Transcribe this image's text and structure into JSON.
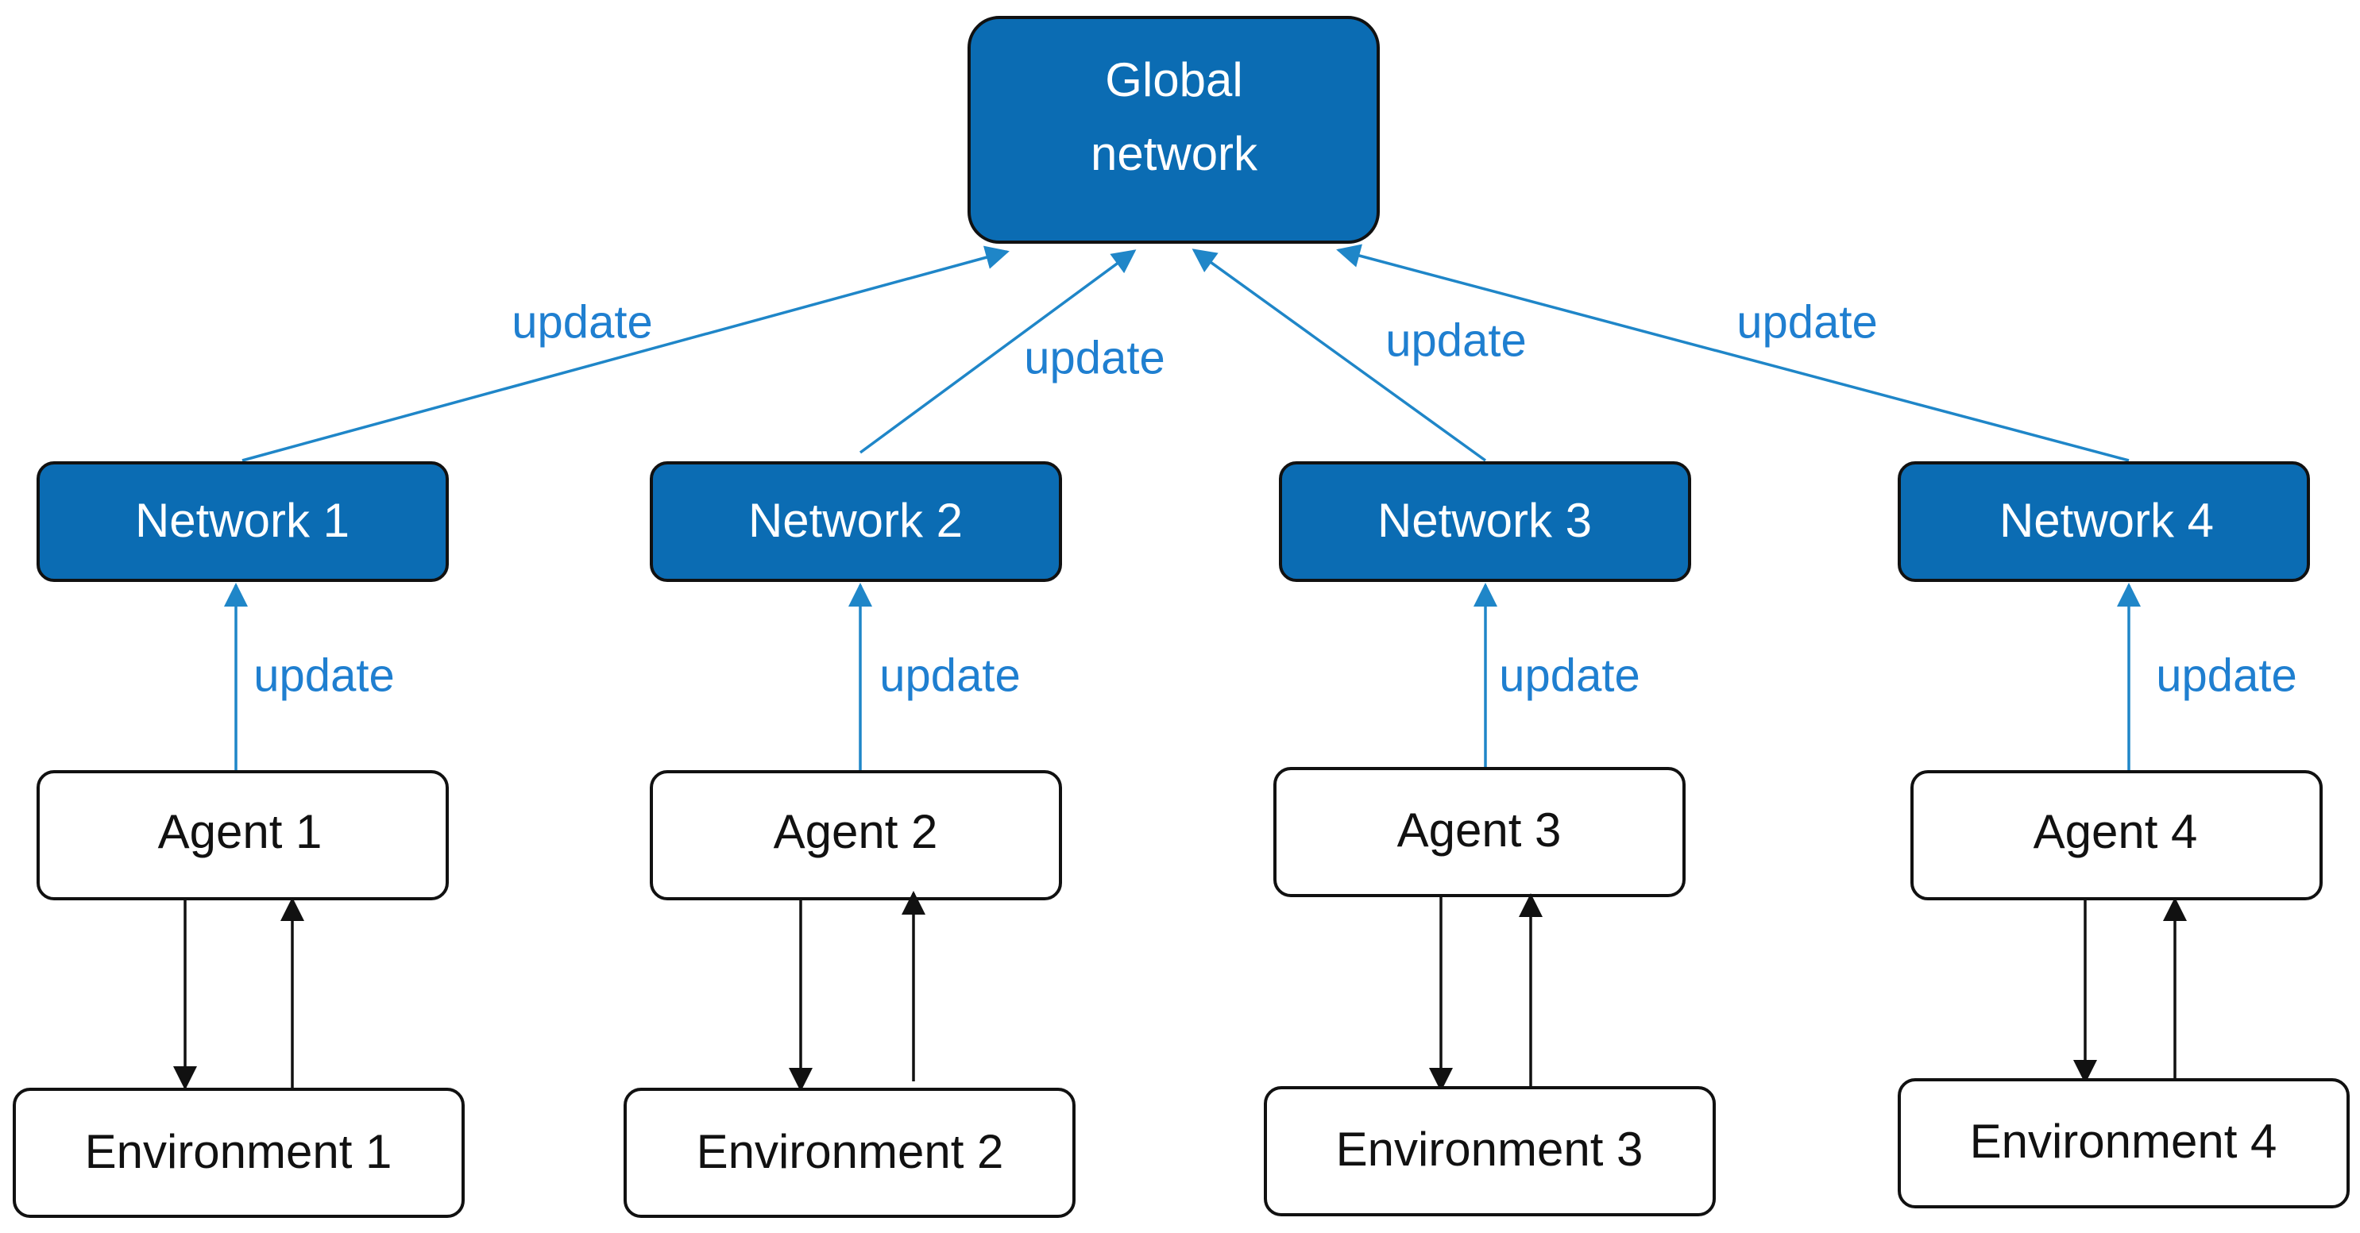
{
  "diagram": {
    "global": {
      "label_line1": "Global",
      "label_line2": "network"
    },
    "networks": [
      {
        "label": "Network 1",
        "update_label": "update"
      },
      {
        "label": "Network 2",
        "update_label": "update"
      },
      {
        "label": "Network 3",
        "update_label": "update"
      },
      {
        "label": "Network 4",
        "update_label": "update"
      }
    ],
    "agents": [
      {
        "label": "Agent 1",
        "update_label": "update"
      },
      {
        "label": "Agent 2",
        "update_label": "update"
      },
      {
        "label": "Agent 3",
        "update_label": "update"
      },
      {
        "label": "Agent 4",
        "update_label": "update"
      }
    ],
    "environments": [
      {
        "label": "Environment 1"
      },
      {
        "label": "Environment 2"
      },
      {
        "label": "Environment 3"
      },
      {
        "label": "Environment 4"
      }
    ],
    "colors": {
      "box_fill": "#0b6cb3",
      "update_text": "#1f7fd0",
      "connector": "#1f86c8"
    }
  }
}
